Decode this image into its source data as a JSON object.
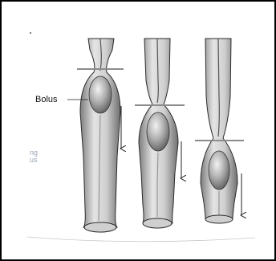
{
  "labels": {
    "bolus": "Bolus",
    "faded_text_line1": "ng",
    "faded_text_line2": "us"
  },
  "colors": {
    "frame": "#000000",
    "wall_fill": "#d9d9d9",
    "wall_stroke": "#2b2b2b",
    "lumen": "#8a8a8a",
    "bolus_fill": "#b8b8b8",
    "constriction_bar": "#8c8c8c",
    "faded_text": "#9aa4b4"
  },
  "stages": [
    {
      "stage": 1,
      "constriction_position": "upper",
      "bolus_position": "upper"
    },
    {
      "stage": 2,
      "constriction_position": "middle",
      "bolus_position": "middle"
    },
    {
      "stage": 3,
      "constriction_position": "lower",
      "bolus_position": "lower"
    }
  ]
}
